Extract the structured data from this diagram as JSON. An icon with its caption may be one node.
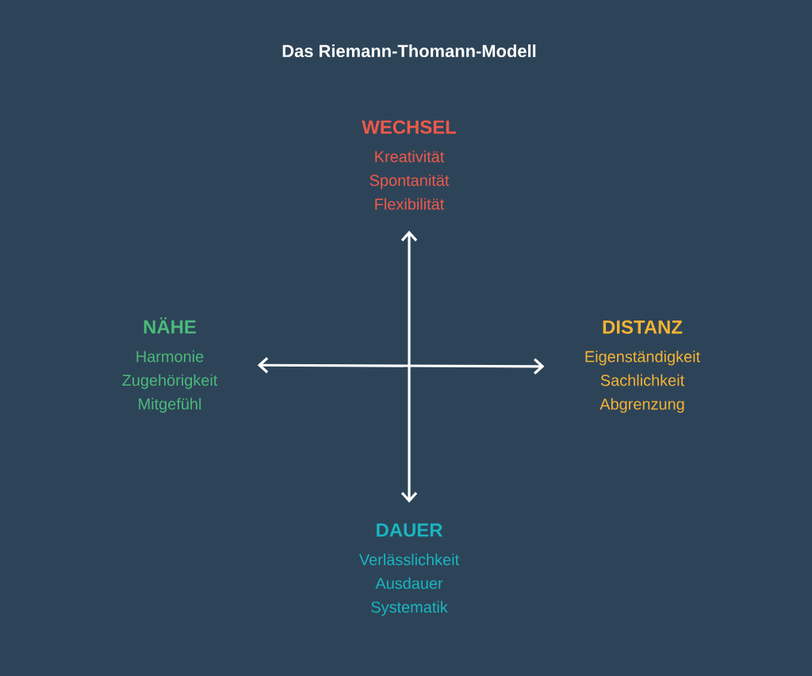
{
  "diagram": {
    "title": "Das Riemann-Thomann-Modell",
    "nodes": [
      {
        "text": [
          "WECHSEL",
          "Kreativität",
          "Spontanität",
          "Flexibilität"
        ]
      },
      {
        "text": [
          "NÄHE",
          "Harmonie",
          "Zugehörigkeit",
          "Mitgefühl"
        ]
      },
      {
        "text": [
          "DISTANZ",
          "Eigenständigkeit",
          "Sachlichkeit",
          "Abgrenzung"
        ]
      },
      {
        "text": [
          "DAUER",
          "Verlässlichkeit",
          "Ausdauer",
          "Systematik"
        ]
      }
    ],
    "edges": [
      {
        "from": 0,
        "to": 3,
        "arrow": "both"
      },
      {
        "from": 1,
        "to": 2,
        "arrow": "both"
      }
    ]
  }
}
